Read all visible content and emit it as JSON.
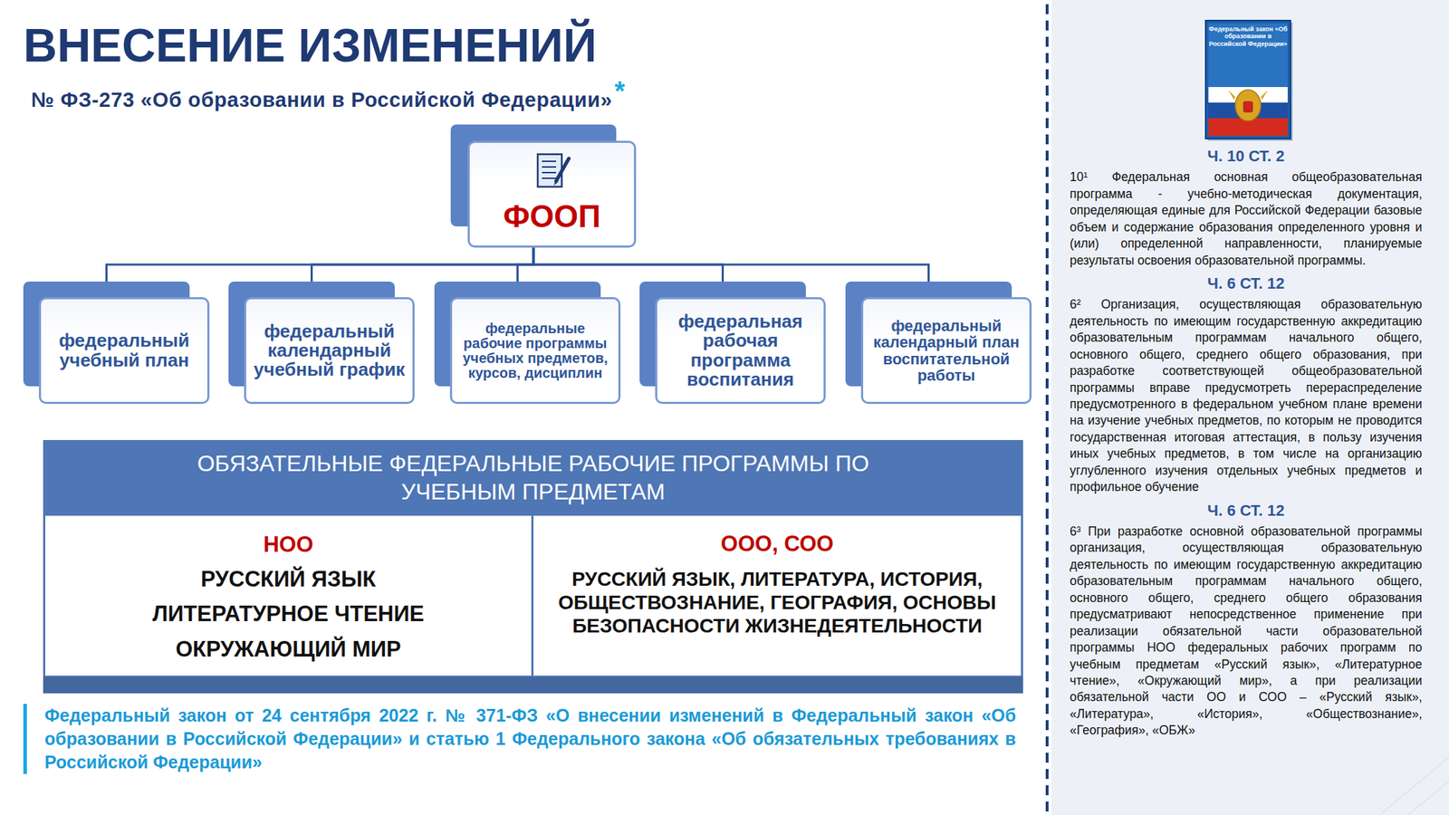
{
  "diagram": {
    "title": "ВНЕСЕНИЕ ИЗМЕНЕНИЙ",
    "caption": "Федеральный закон от 24 сентября 2022 г. № 371-ФЗ «О внесении изменений в Федеральный закон «Об образовании в Российской Федерации» и статью 1 Федерального закона «Об обязательных требованиях в Российской Федерации»",
    "nodes": [
      {
        "text": [
          "ФООП"
        ]
      },
      {
        "text": [
          "федеральный учебный план"
        ]
      },
      {
        "text": [
          "федеральный календарный учебный график"
        ]
      },
      {
        "text": [
          "федеральные рабочие программы учебных предметов, курсов, дисциплин"
        ]
      },
      {
        "text": [
          "федеральная рабочая программа воспитания"
        ]
      },
      {
        "text": [
          "федеральный календарный план воспитательной работы"
        ]
      },
      {
        "text": [
          "ОБЯЗАТЕЛЬНЫЕ ФЕДЕРАЛЬНЫЕ РАБОЧИЕ ПРОГРАММЫ ПО УЧЕБНЫМ ПРЕДМЕТАМ"
        ]
      },
      {
        "text": [
          "НОО",
          "РУССКИЙ ЯЗЫК",
          "ЛИТЕРАТУРНОЕ ЧТЕНИЕ",
          "ОКРУЖАЮЩИЙ МИР"
        ],
        "in": 6
      },
      {
        "text": [
          "ООО, СОО",
          "РУССКИЙ ЯЗЫК, ЛИТЕРАТУРА, ИСТОРИЯ, ОБЩЕСТВОЗНАНИЕ, ГЕОГРАФИЯ, ОСНОВЫ БЕЗОПАСНОСТИ ЖИЗНЕДЕЯТЕЛЬНОСТИ"
        ],
        "in": 6
      }
    ],
    "edges": [
      {
        "from": 0,
        "to": 1,
        "arrow": "none"
      },
      {
        "from": 0,
        "to": 2,
        "arrow": "none"
      },
      {
        "from": 0,
        "to": 3,
        "arrow": "none"
      },
      {
        "from": 0,
        "to": 4,
        "arrow": "none"
      },
      {
        "from": 0,
        "to": 5,
        "arrow": "none"
      }
    ],
    "labels": [
      "№ ФЗ-273 «Об образовании в Российской Федерации»",
      "*",
      "Федеральный закон «Об образовании в Российской Федерации»",
      "Ч. 10 СТ. 2",
      "10¹ Федеральная основная общеобразовательная программа - учебно-методическая документация, определяющая единые для Российской Федерации базовые объем и содержание образования определенного уровня и (или) определенной направленности, планируемые результаты освоения образовательной программы.",
      "Ч. 6 СТ. 12",
      "6² Организация, осуществляющая образовательную деятельность по имеющим государственную аккредитацию образовательным программам начального общего, основного общего, среднего общего образования, при разработке соответствующей общеобразовательной программы вправе предусмотреть перераспределение предусмотренного в федеральном учебном плане времени на изучение учебных предметов, по которым не проводится государственная итоговая аттестация, в пользу изучения иных учебных предметов, в том числе на организацию углубленного изучения отдельных учебных предметов и профильное обучение",
      "Ч. 6 СТ. 12",
      "6³ При разработке основной образовательной программы организация, осуществляющая образовательную деятельность по имеющим государственную аккредитацию образовательным программам начального общего, основного общего, среднего общего образования предусматривают непосредственное применение при реализации обязательной части образовательной программы НОО федеральных рабочих программ по учебным предметам «Русский язык», «Литературное чтение», «Окружающий мир», а при реализации обязательной части ОО и СОО – «Русский язык», «Литература», «История», «Обществознание», «География», «ОБЖ»"
    ]
  }
}
